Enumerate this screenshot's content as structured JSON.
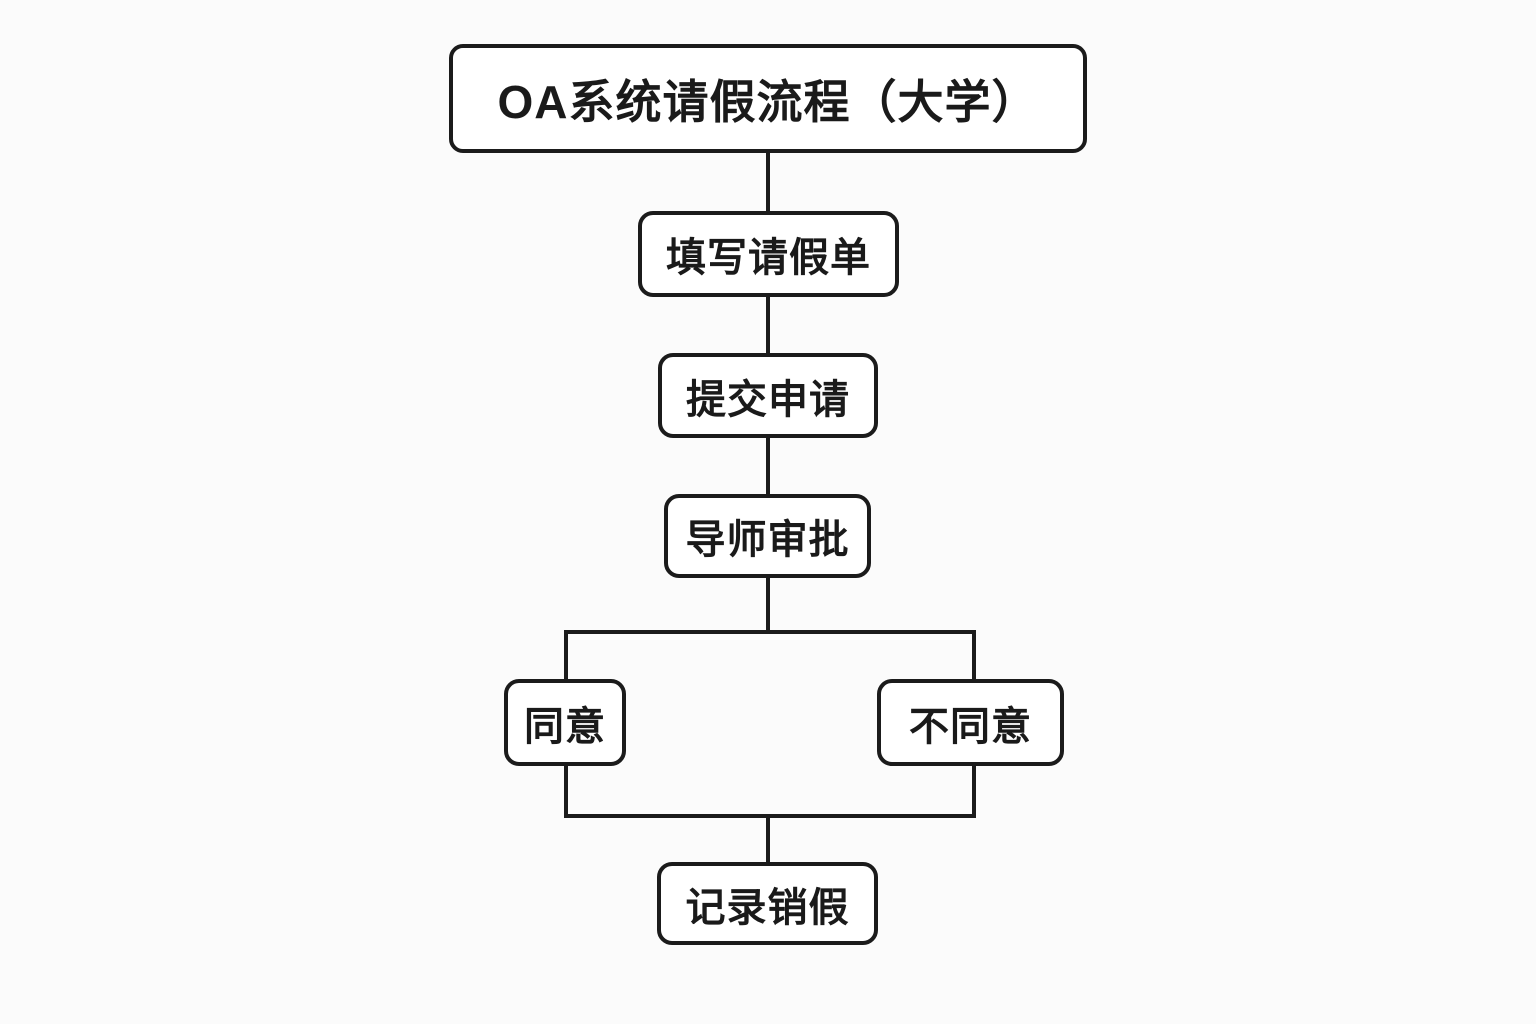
{
  "diagram": {
    "type": "flowchart",
    "title": "OA系统请假流程（大学）",
    "nodes": {
      "fill_form": "填写请假单",
      "submit": "提交申请",
      "advisor_review": "导师审批",
      "agree": "同意",
      "disagree": "不同意",
      "record": "记录销假"
    },
    "edges": [
      {
        "from": "title",
        "to": "fill_form"
      },
      {
        "from": "fill_form",
        "to": "submit"
      },
      {
        "from": "submit",
        "to": "advisor_review"
      },
      {
        "from": "advisor_review",
        "to": "agree"
      },
      {
        "from": "advisor_review",
        "to": "disagree"
      },
      {
        "from": "agree",
        "to": "record"
      },
      {
        "from": "disagree",
        "to": "record"
      }
    ],
    "colors": {
      "background": "#fbfbfb",
      "box_fill": "#ffffff",
      "line": "#1b1b1b",
      "text": "#1a1a1a"
    }
  }
}
